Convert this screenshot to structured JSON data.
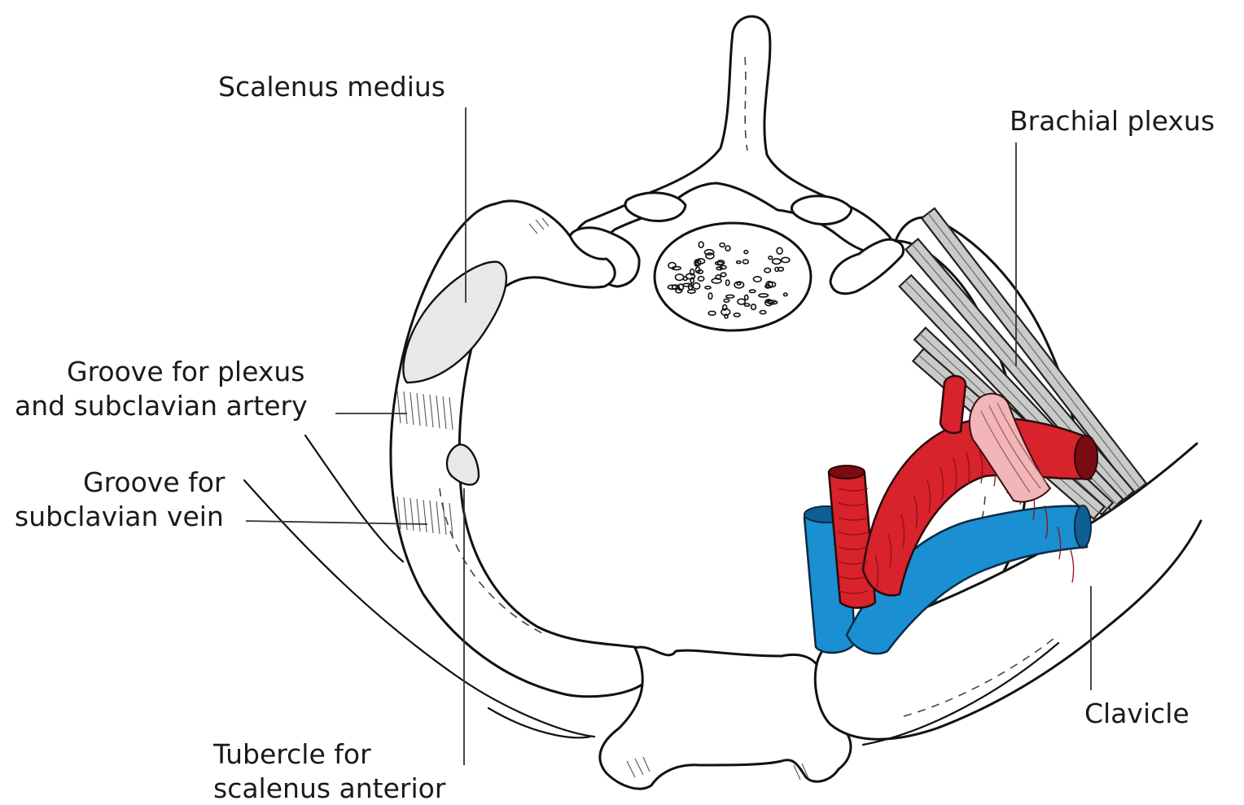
{
  "labels": {
    "scalenus_medius": "Scalenus medius",
    "brachial_plexus": "Brachial plexus",
    "groove_plexus_line1": "Groove for plexus",
    "groove_plexus_line2": "and subclavian artery",
    "groove_vein_line1": "Groove for",
    "groove_vein_line2": "subclavian vein",
    "clavicle": "Clavicle",
    "tubercle_line1": "Tubercle for",
    "tubercle_line2": "scalenus anterior"
  },
  "colors": {
    "artery": "#d8222c",
    "vein": "#1a8fd2",
    "nerve": "#c9cbc9",
    "muscle": "#f2b5b8"
  }
}
